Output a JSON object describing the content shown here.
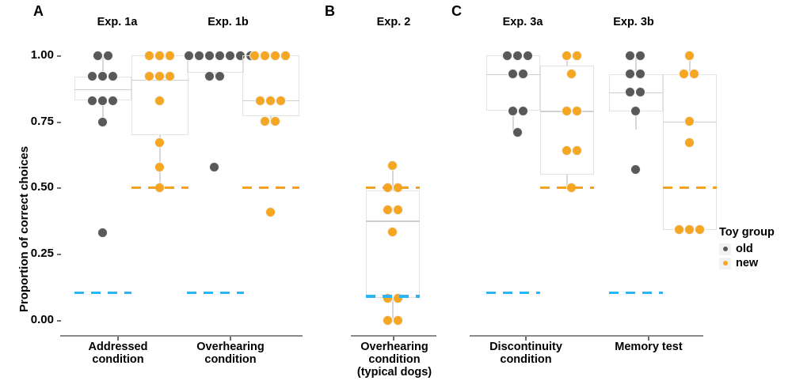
{
  "figure": {
    "ylabel": "Proportion of correct choices",
    "y_ticks": [
      "1.00",
      "0.75",
      "0.50",
      "0.25",
      "0.00"
    ]
  },
  "legend": {
    "title": "Toy group",
    "items": [
      {
        "label": "old",
        "color": "#595959"
      },
      {
        "label": "new",
        "color": "#F5A623"
      }
    ]
  },
  "panels": [
    {
      "letter": "A",
      "facets": [
        {
          "title": "Exp. 1a",
          "xlabel": "Addressed\ncondition"
        },
        {
          "title": "Exp. 1b",
          "xlabel": "Overhearing\ncondition"
        }
      ]
    },
    {
      "letter": "B",
      "facets": [
        {
          "title": "Exp. 2",
          "xlabel": "Overhearing\ncondition\n(typical dogs)"
        }
      ]
    },
    {
      "letter": "C",
      "facets": [
        {
          "title": "Exp. 3a",
          "xlabel": "Discontinuity\ncondition"
        },
        {
          "title": "Exp. 3b",
          "xlabel": "Memory test"
        }
      ]
    }
  ],
  "chart_data": {
    "type": "scatter",
    "title": "",
    "xlabel": "",
    "ylabel": "Proportion of correct choices",
    "ylim": [
      0.0,
      1.0
    ],
    "yticks": [
      0.0,
      0.25,
      0.5,
      0.75,
      1.0
    ],
    "grid": false,
    "legend_position": "right",
    "reference_lines": [
      {
        "name": "chance-orange",
        "value": 0.5,
        "color": "#F5A01E",
        "style": "dashed"
      },
      {
        "name": "chance-blue",
        "value": 0.083,
        "color": "#29B6F6",
        "style": "dashed"
      }
    ],
    "groups": [
      {
        "panel": "A",
        "facet": "Exp. 1a",
        "condition": "Addressed condition",
        "toy_group": "old",
        "color": "#595959",
        "values": [
          1.0,
          1.0,
          0.92,
          0.92,
          0.92,
          0.83,
          0.83,
          0.83,
          0.75,
          0.33
        ],
        "box": {
          "q1": 0.83,
          "median": 0.875,
          "q3": 0.92,
          "whisker_low": 0.75,
          "whisker_high": 1.0
        }
      },
      {
        "panel": "A",
        "facet": "Exp. 1a",
        "condition": "Addressed condition",
        "toy_group": "new",
        "color": "#F5A623",
        "values": [
          1.0,
          1.0,
          1.0,
          0.92,
          0.92,
          0.92,
          0.83,
          0.67,
          0.58,
          0.5
        ],
        "box": {
          "q1": 0.7,
          "median": 0.915,
          "q3": 1.0,
          "whisker_low": 0.5,
          "whisker_high": 1.0
        }
      },
      {
        "panel": "A",
        "facet": "Exp. 1b",
        "condition": "Overhearing condition",
        "toy_group": "old",
        "color": "#595959",
        "values": [
          1.0,
          1.0,
          1.0,
          1.0,
          1.0,
          1.0,
          1.0,
          0.92,
          0.92,
          0.58
        ],
        "box": {
          "q1": 0.935,
          "median": 1.0,
          "q3": 1.0,
          "whisker_low": 0.92,
          "whisker_high": 1.0
        }
      },
      {
        "panel": "A",
        "facet": "Exp. 1b",
        "condition": "Overhearing condition",
        "toy_group": "new",
        "color": "#F5A623",
        "values": [
          1.0,
          1.0,
          1.0,
          1.0,
          0.83,
          0.83,
          0.83,
          0.75,
          0.75,
          0.42
        ],
        "box": {
          "q1": 0.77,
          "median": 0.83,
          "q3": 1.0,
          "whisker_low": 0.75,
          "whisker_high": 1.0
        }
      },
      {
        "panel": "B",
        "facet": "Exp. 2",
        "condition": "Overhearing condition (typical dogs)",
        "toy_group": "new",
        "color": "#F5A623",
        "values": [
          0.583,
          0.5,
          0.5,
          0.417,
          0.417,
          0.333,
          0.083,
          0.083,
          0.0,
          0.0
        ],
        "box": {
          "q1": 0.083,
          "median": 0.375,
          "q3": 0.49,
          "whisker_low": 0.083,
          "whisker_high": 0.5
        }
      },
      {
        "panel": "C",
        "facet": "Exp. 3a",
        "condition": "Discontinuity condition",
        "toy_group": "old",
        "color": "#595959",
        "values": [
          1.0,
          1.0,
          1.0,
          0.93,
          0.93,
          0.79,
          0.79,
          0.71
        ],
        "box": {
          "q1": 0.79,
          "median": 0.93,
          "q3": 1.0,
          "whisker_low": 0.71,
          "whisker_high": 1.0
        }
      },
      {
        "panel": "C",
        "facet": "Exp. 3a",
        "condition": "Discontinuity condition",
        "toy_group": "new",
        "color": "#F5A623",
        "values": [
          1.0,
          1.0,
          0.93,
          0.79,
          0.79,
          0.64,
          0.64,
          0.5
        ],
        "box": {
          "q1": 0.64,
          "median": 0.79,
          "q3": 0.96,
          "whisker_low": 0.5,
          "whisker_high": 1.0
        }
      },
      {
        "panel": "C",
        "facet": "Exp. 3b",
        "condition": "Memory test",
        "toy_group": "old",
        "color": "#595959",
        "values": [
          1.0,
          1.0,
          0.93,
          0.93,
          0.86,
          0.86,
          0.79,
          0.57
        ],
        "box": {
          "q1": 0.855,
          "median": 0.9,
          "q3": 0.93,
          "whisker_low": 0.79,
          "whisker_high": 1.0
        }
      },
      {
        "panel": "C",
        "facet": "Exp. 3b",
        "condition": "Memory test",
        "toy_group": "new",
        "color": "#F5A623",
        "values": [
          1.0,
          0.93,
          0.93,
          0.79,
          0.71,
          0.43,
          0.43,
          0.43
        ],
        "box": {
          "q1": 0.43,
          "median": 0.75,
          "q3": 0.93,
          "whisker_low": 0.43,
          "whisker_high": 1.0
        }
      }
    ]
  }
}
